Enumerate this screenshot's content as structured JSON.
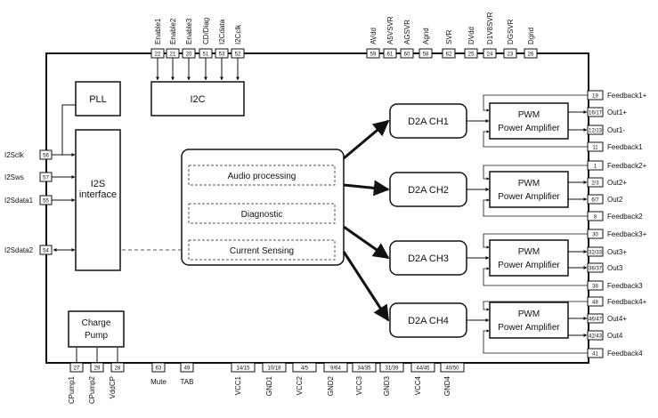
{
  "top_pins": [
    {
      "label": "Enable1",
      "num": "22"
    },
    {
      "label": "Enable2",
      "num": "21"
    },
    {
      "label": "Enable3",
      "num": "20"
    },
    {
      "label": "CD/Diag",
      "num": "51"
    },
    {
      "label": "I2Cdata",
      "num": "53"
    },
    {
      "label": "I2Cclk",
      "num": "52"
    },
    {
      "label": "AVdd",
      "num": "59"
    },
    {
      "label": "A5VSVR",
      "num": "61"
    },
    {
      "label": "AGSVR",
      "num": "60"
    },
    {
      "label": "Agnd",
      "num": "58"
    },
    {
      "label": "SVR",
      "num": "62"
    },
    {
      "label": "DVdd",
      "num": "25"
    },
    {
      "label": "D1V8SVR",
      "num": "24"
    },
    {
      "label": "DGSVR",
      "num": "23"
    },
    {
      "label": "Dgnd",
      "num": "26"
    }
  ],
  "left_pins": [
    {
      "label": "I2Sclk",
      "num": "56"
    },
    {
      "label": "I2Sws",
      "num": "57"
    },
    {
      "label": "I2Sdata1",
      "num": "55"
    },
    {
      "label": "I2Sdata2",
      "num": "54"
    }
  ],
  "right_pins": [
    {
      "label": "Feedback1+",
      "num": "19"
    },
    {
      "label": "Out1+",
      "num": "16/17"
    },
    {
      "label": "Out1-",
      "num": "12/13"
    },
    {
      "label": "Feedback1",
      "num": "11"
    },
    {
      "label": "Feedback2+",
      "num": "1"
    },
    {
      "label": "Out2+",
      "num": "2/3"
    },
    {
      "label": "Out2",
      "num": "6/7"
    },
    {
      "label": "Feedback2",
      "num": "8"
    },
    {
      "label": "Feedback3+",
      "num": "30"
    },
    {
      "label": "Out3+",
      "num": "32/33"
    },
    {
      "label": "Out3",
      "num": "36/37"
    },
    {
      "label": "Feedback3",
      "num": "38"
    },
    {
      "label": "Feedback4+",
      "num": "48"
    },
    {
      "label": "Out4+",
      "num": "46/47"
    },
    {
      "label": "Out4",
      "num": "42/43"
    },
    {
      "label": "Feedback4",
      "num": "41"
    }
  ],
  "bottom_pins": [
    {
      "label": "CPump1",
      "num": "27"
    },
    {
      "label": "CPump2",
      "num": "29"
    },
    {
      "label": "VddCP",
      "num": "28"
    },
    {
      "label": "Mute",
      "num": "63"
    },
    {
      "label": "TAB",
      "num": "49"
    },
    {
      "label": "VCC1",
      "num": "14/15"
    },
    {
      "label": "GND1",
      "num": "10/18"
    },
    {
      "label": "VCC2",
      "num": "4/5"
    },
    {
      "label": "GND2",
      "num": "9/64"
    },
    {
      "label": "VCC3",
      "num": "34/35"
    },
    {
      "label": "GND3",
      "num": "31/39"
    },
    {
      "label": "VCC4",
      "num": "44/45"
    },
    {
      "label": "GND4",
      "num": "40/50"
    }
  ],
  "blocks": {
    "pll": "PLL",
    "i2c": "I2C",
    "i2s_line1": "I2S",
    "i2s_line2": "interface",
    "charge_pump_line1": "Charge",
    "charge_pump_line2": "Pump",
    "audio_processing": "Audio processing",
    "diagnostic": "Diagnostic",
    "current_sensing": "Current Sensing",
    "d2a": [
      "D2A CH1",
      "D2A CH2",
      "D2A CH3",
      "D2A CH4"
    ],
    "pwm_line1": "PWM",
    "pwm_line2": "Power Amplifier"
  }
}
